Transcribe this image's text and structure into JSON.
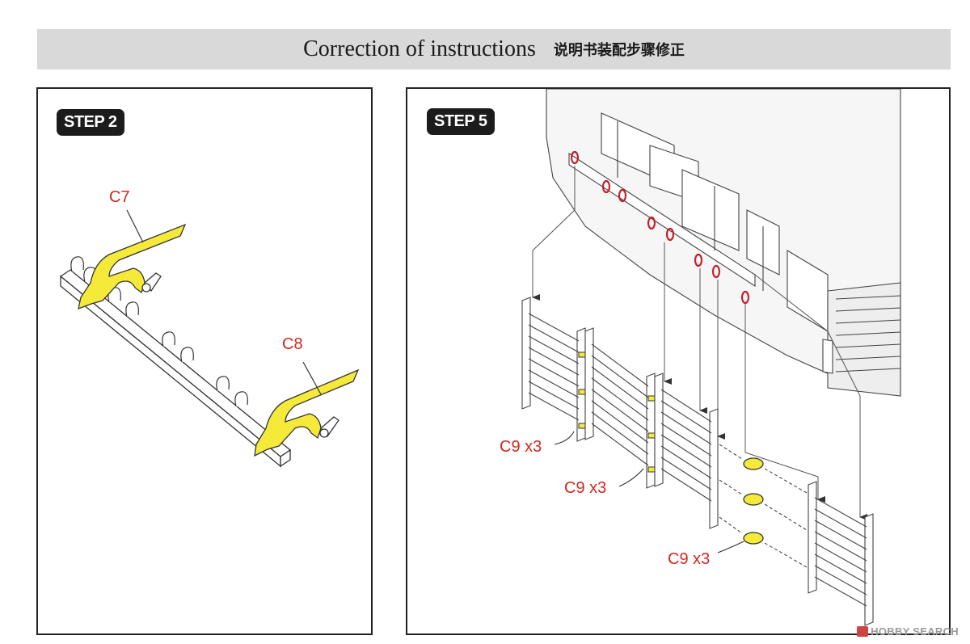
{
  "header": {
    "title_en": "Correction of instructions",
    "title_zh": "说明书装配步骤修正"
  },
  "steps": [
    {
      "badge": "STEP 2",
      "labels": [
        "C7",
        "C8"
      ]
    },
    {
      "badge": "STEP 5",
      "labels": [
        "C9 x3",
        "C9 x3",
        "C9 x3"
      ]
    }
  ],
  "watermark": "HOBBY SEARCH",
  "colors": {
    "highlight_part": "#f5ea3a",
    "label_red": "#d0281c",
    "ring_red": "#c4202a",
    "banner_gray": "#d9d9d9"
  }
}
